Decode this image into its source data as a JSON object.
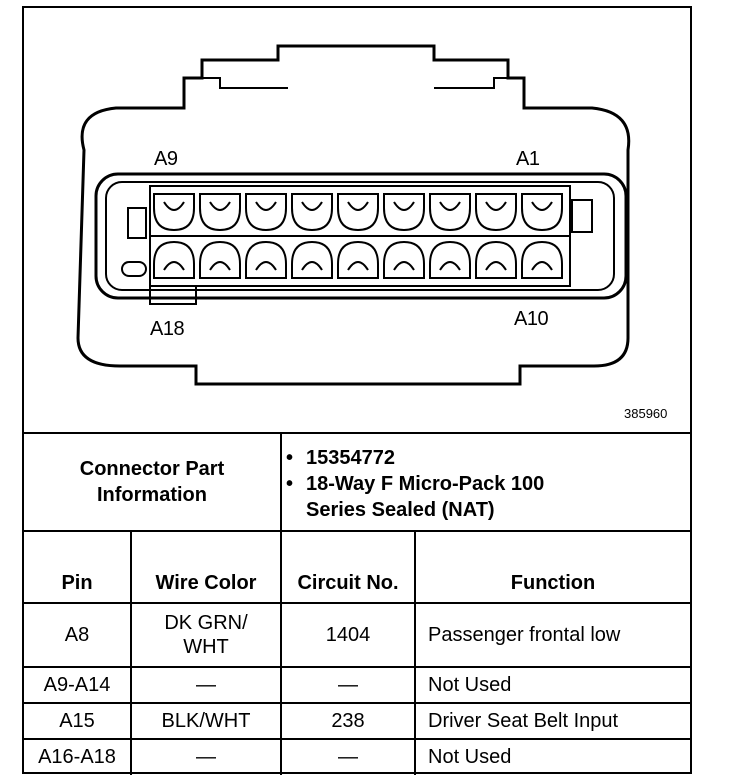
{
  "diagram": {
    "pin_labels": {
      "a9": "A9",
      "a1": "A1",
      "a18": "A18",
      "a10": "A10"
    },
    "figure_number": "385960"
  },
  "connector_info": {
    "label": "Connector Part Information",
    "items": [
      "15354772",
      "18-Way F Micro-Pack 100 Series Sealed (NAT)"
    ]
  },
  "pin_table": {
    "headers": {
      "pin": "Pin",
      "wire_color": "Wire Color",
      "circuit": "Circuit No.",
      "function": "Function"
    },
    "rows": [
      {
        "pin": "A8",
        "wire_color": "DK GRN/ WHT",
        "circuit": "1404",
        "function": "Passenger frontal low"
      },
      {
        "pin": "A9-A14",
        "wire_color": "—",
        "circuit": "—",
        "function": "Not Used"
      },
      {
        "pin": "A15",
        "wire_color": "BLK/WHT",
        "circuit": "238",
        "function": "Driver Seat Belt Input"
      },
      {
        "pin": "A16-A18",
        "wire_color": "—",
        "circuit": "—",
        "function": "Not Used"
      }
    ]
  }
}
